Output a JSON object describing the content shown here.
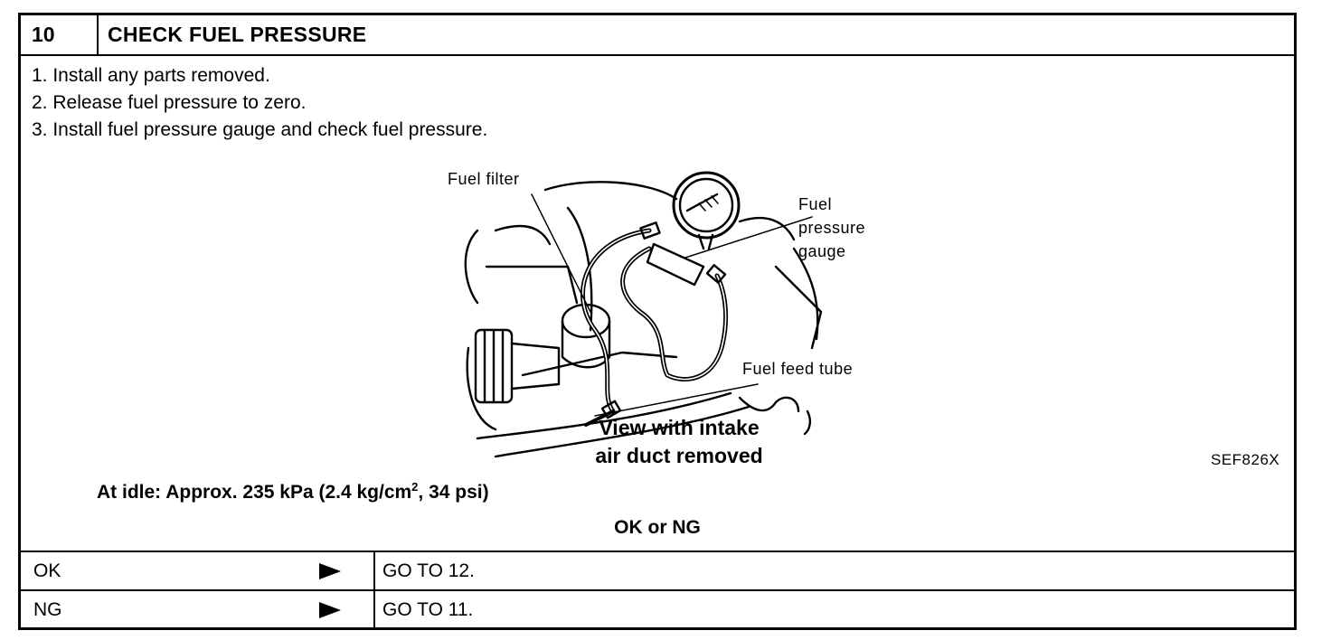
{
  "header": {
    "step_number": "10",
    "title": "CHECK FUEL PRESSURE"
  },
  "steps": [
    "1.  Install any parts removed.",
    "2.  Release fuel pressure to zero.",
    "3.  Install fuel pressure gauge and check fuel pressure."
  ],
  "figure": {
    "labels": {
      "fuel_filter": "Fuel filter",
      "gauge_line1": "Fuel",
      "gauge_line2": "pressure",
      "gauge_line3": "gauge",
      "feed_tube": "Fuel feed tube"
    },
    "caption_line1": "View with intake",
    "caption_line2": "air duct removed",
    "code": "SEF826X"
  },
  "spec": {
    "prefix": "At idle: Approx. 235 kPa (2.4 kg/cm",
    "sup": "2",
    "suffix": ", 34 psi)"
  },
  "result_question": "OK or NG",
  "results": [
    {
      "label": "OK",
      "action": "GO TO 12."
    },
    {
      "label": "NG",
      "action": "GO TO 11."
    }
  ]
}
